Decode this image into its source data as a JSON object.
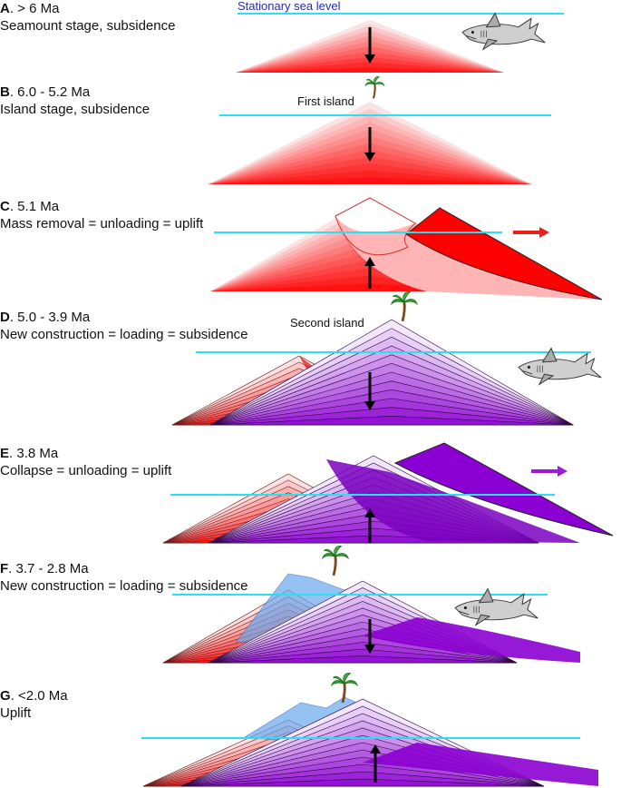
{
  "sea_level_label": "Stationary sea level",
  "colors": {
    "sea": "#28e0f0",
    "red_dark": "#ff0000",
    "red_light": "#fbe3e3",
    "purple_dark": "#8b00d2",
    "purple_light": "#f3e8fb",
    "blue": "#6aa8ee",
    "arrow": "#000000"
  },
  "stages": [
    {
      "letter": "A",
      "age": ". > 6 Ma",
      "caption": "Seamount stage, subsidence",
      "motion": "down",
      "note": ""
    },
    {
      "letter": "B",
      "age": ". 6.0 - 5.2 Ma",
      "caption": "Island stage, subsidence",
      "motion": "down",
      "note": "First island"
    },
    {
      "letter": "C",
      "age": ". 5.1 Ma",
      "caption": "Mass removal = unloading = uplift",
      "motion": "up",
      "note": ""
    },
    {
      "letter": "D",
      "age": ". 5.0 - 3.9 Ma",
      "caption": "New construction = loading = subsidence",
      "motion": "down",
      "note": "Second island"
    },
    {
      "letter": "E",
      "age": ". 3.8 Ma",
      "caption": "Collapse = unloading = uplift",
      "motion": "up",
      "note": ""
    },
    {
      "letter": "F",
      "age": ". 3.7 - 2.8 Ma",
      "caption": "New construction = loading = subsidence",
      "motion": "down",
      "note": ""
    },
    {
      "letter": "G",
      "age": ". <2.0 Ma",
      "caption": "Uplift",
      "motion": "up",
      "note": ""
    }
  ],
  "icons": [
    "shark-icon",
    "palm-tree-icon",
    "motion-arrow-icon"
  ]
}
